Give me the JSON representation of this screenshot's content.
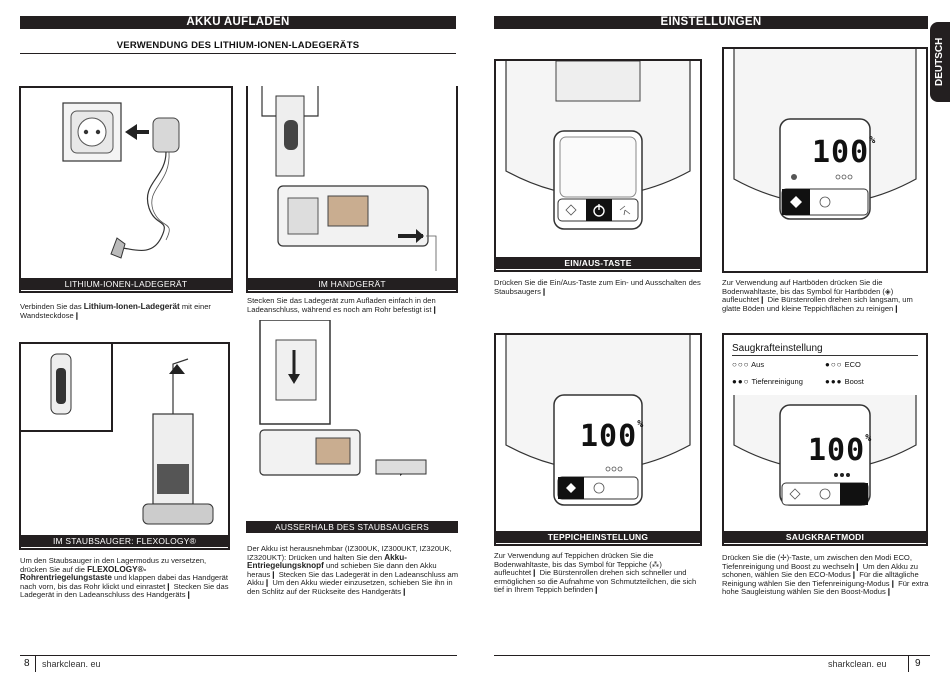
{
  "left": {
    "header": "AKKU AUFLADEN",
    "subheader": "VERWENDUNG DES LITHIUM-IONEN-LADEGERÄTS",
    "panels": {
      "charger": {
        "caption": "LITHIUM-IONEN-LADEGERÄT",
        "text_pre": "Verbinden Sie das ",
        "text_bold": "Lithium-Ionen-Ladegerät",
        "text_post": " mit einer Wandsteckdose❙"
      },
      "handheld": {
        "caption": "IM HANDGERÄT",
        "text": "Stecken Sie das Ladegerät zum Aufladen einfach in den Ladeanschluss, während es noch am Rohr befestigt ist❙"
      },
      "vacuum": {
        "caption": "IM STAUBSAUGER: FLEXOLOGY®",
        "text_pre": "Um den Staubsauger in den Lagermodus zu versetzen, drücken Sie auf die ",
        "text_bold": "FLEXOLOGY®-Rohrentriegelungstaste",
        "text_post": " und klappen dabei das Handgerät nach vorn, bis das Rohr klickt und einrastet❙ Stecken Sie das Ladegerät in den Ladeanschluss des Handgeräts❙"
      },
      "outside": {
        "caption": "AUSSERHALB DES STAUBSAUGERS",
        "text_pre": "Der Akku ist herausnehmbar (IZ300UK, IZ300UKT, IZ320UK, IZ320UKT): Drücken und halten Sie den ",
        "text_bold": "Akku-Entriegelungsknopf",
        "text_post": " und schieben Sie dann den Akku heraus❙ Stecken Sie das Ladegerät in den Ladeanschluss am Akku❙ Um den Akku wieder einzusetzen, schieben Sie ihn in den Schlitz auf der Rückseite des Handgeräts❙"
      }
    },
    "page_number": "8",
    "footer": "sharkclean. eu"
  },
  "right": {
    "header": "EINSTELLUNGEN",
    "side_tab": "DEUTSCH",
    "panels": {
      "power": {
        "caption": "EIN/AUS-TASTE",
        "text": "Drücken Sie die Ein/Aus-Taste zum Ein- und Ausschalten des Staubsaugers❙"
      },
      "hardfloor": {
        "display": "100",
        "unit": "%",
        "text": "Zur Verwendung auf Hartböden drücken Sie die Bodenwahltaste, bis das Symbol für Hartböden (◈) aufleuchtet❙ Die Bürstenrollen drehen sich langsam, um glatte Böden und kleine Teppichflächen zu reinigen❙"
      },
      "carpet": {
        "display": "100",
        "unit": "%",
        "caption": "TEPPICHEINSTELLUNG",
        "text": "Zur Verwendung auf Teppichen drücken Sie die Bodenwahltaste, bis das Symbol für Teppiche (⁂) aufleuchtet❙ Die Bürstenrollen drehen sich schneller und ermöglichen so die Aufnahme von Schmutzteilchen, die sich tief in Ihrem Teppich befinden❙"
      },
      "suction": {
        "display": "100",
        "unit": "%",
        "legend_title": "Saugkrafteinstellung",
        "legend": [
          {
            "dots": "○○○",
            "label": "Aus"
          },
          {
            "dots": "●○○",
            "label": "ECO"
          },
          {
            "dots": "●●○",
            "label": "Tiefenreinigung"
          },
          {
            "dots": "●●●",
            "label": "Boost"
          }
        ],
        "caption": "SAUGKRAFTMODI",
        "text": "Drücken Sie die (✢)-Taste, um zwischen den Modi ECO, Tiefenreinigung und Boost zu wechseln❙ Um den Akku zu schonen, wählen Sie den ECO-Modus❙ Für die alltägliche Reinigung wählen Sie den Tiefenreinigung-Modus❙ Für extra hohe Saugleistung wählen Sie den Boost-Modus❙"
      }
    },
    "page_number": "9",
    "footer": "sharkclean. eu"
  },
  "icons": {
    "floor": "floor-select-icon",
    "power": "power-icon",
    "fan": "suction-fan-icon"
  }
}
